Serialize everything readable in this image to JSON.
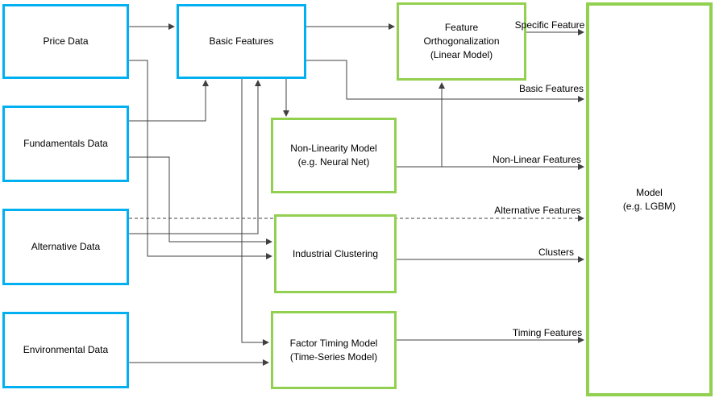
{
  "diagram": {
    "title_implicit": "ML feature pipeline diagram",
    "nodes": {
      "price": {
        "label": "Price Data"
      },
      "fundamentals": {
        "label": "Fundamentals Data"
      },
      "alternative": {
        "label": "Alternative Data"
      },
      "environmental": {
        "label": "Environmental Data"
      },
      "basic_features": {
        "label": "Basic Features"
      },
      "feature_orthogonalization": {
        "lines": [
          "Feature",
          "Orthogonalization",
          "(Linear Model)"
        ]
      },
      "non_linearity": {
        "lines": [
          "Non-Linearity Model",
          "(e.g. Neural Net)"
        ]
      },
      "industrial_clustering": {
        "label": "Industrial Clustering"
      },
      "factor_timing": {
        "lines": [
          "Factor Timing Model",
          "(Time-Series Model)"
        ]
      },
      "model": {
        "lines": [
          "Model",
          "(e.g. LGBM)"
        ]
      }
    },
    "edge_labels": {
      "specific_feature": "Specific Feature",
      "basic_features": "Basic Features",
      "non_linear_features": "Non-Linear Features",
      "alternative_features": "Alternative Features",
      "clusters": "Clusters",
      "timing_features": "Timing Features"
    },
    "colors": {
      "data_box_border": "#00B0F0",
      "model_box_border": "#92D050",
      "connector_line": "#404040",
      "text": "#000000",
      "background": "#FFFFFF"
    }
  }
}
